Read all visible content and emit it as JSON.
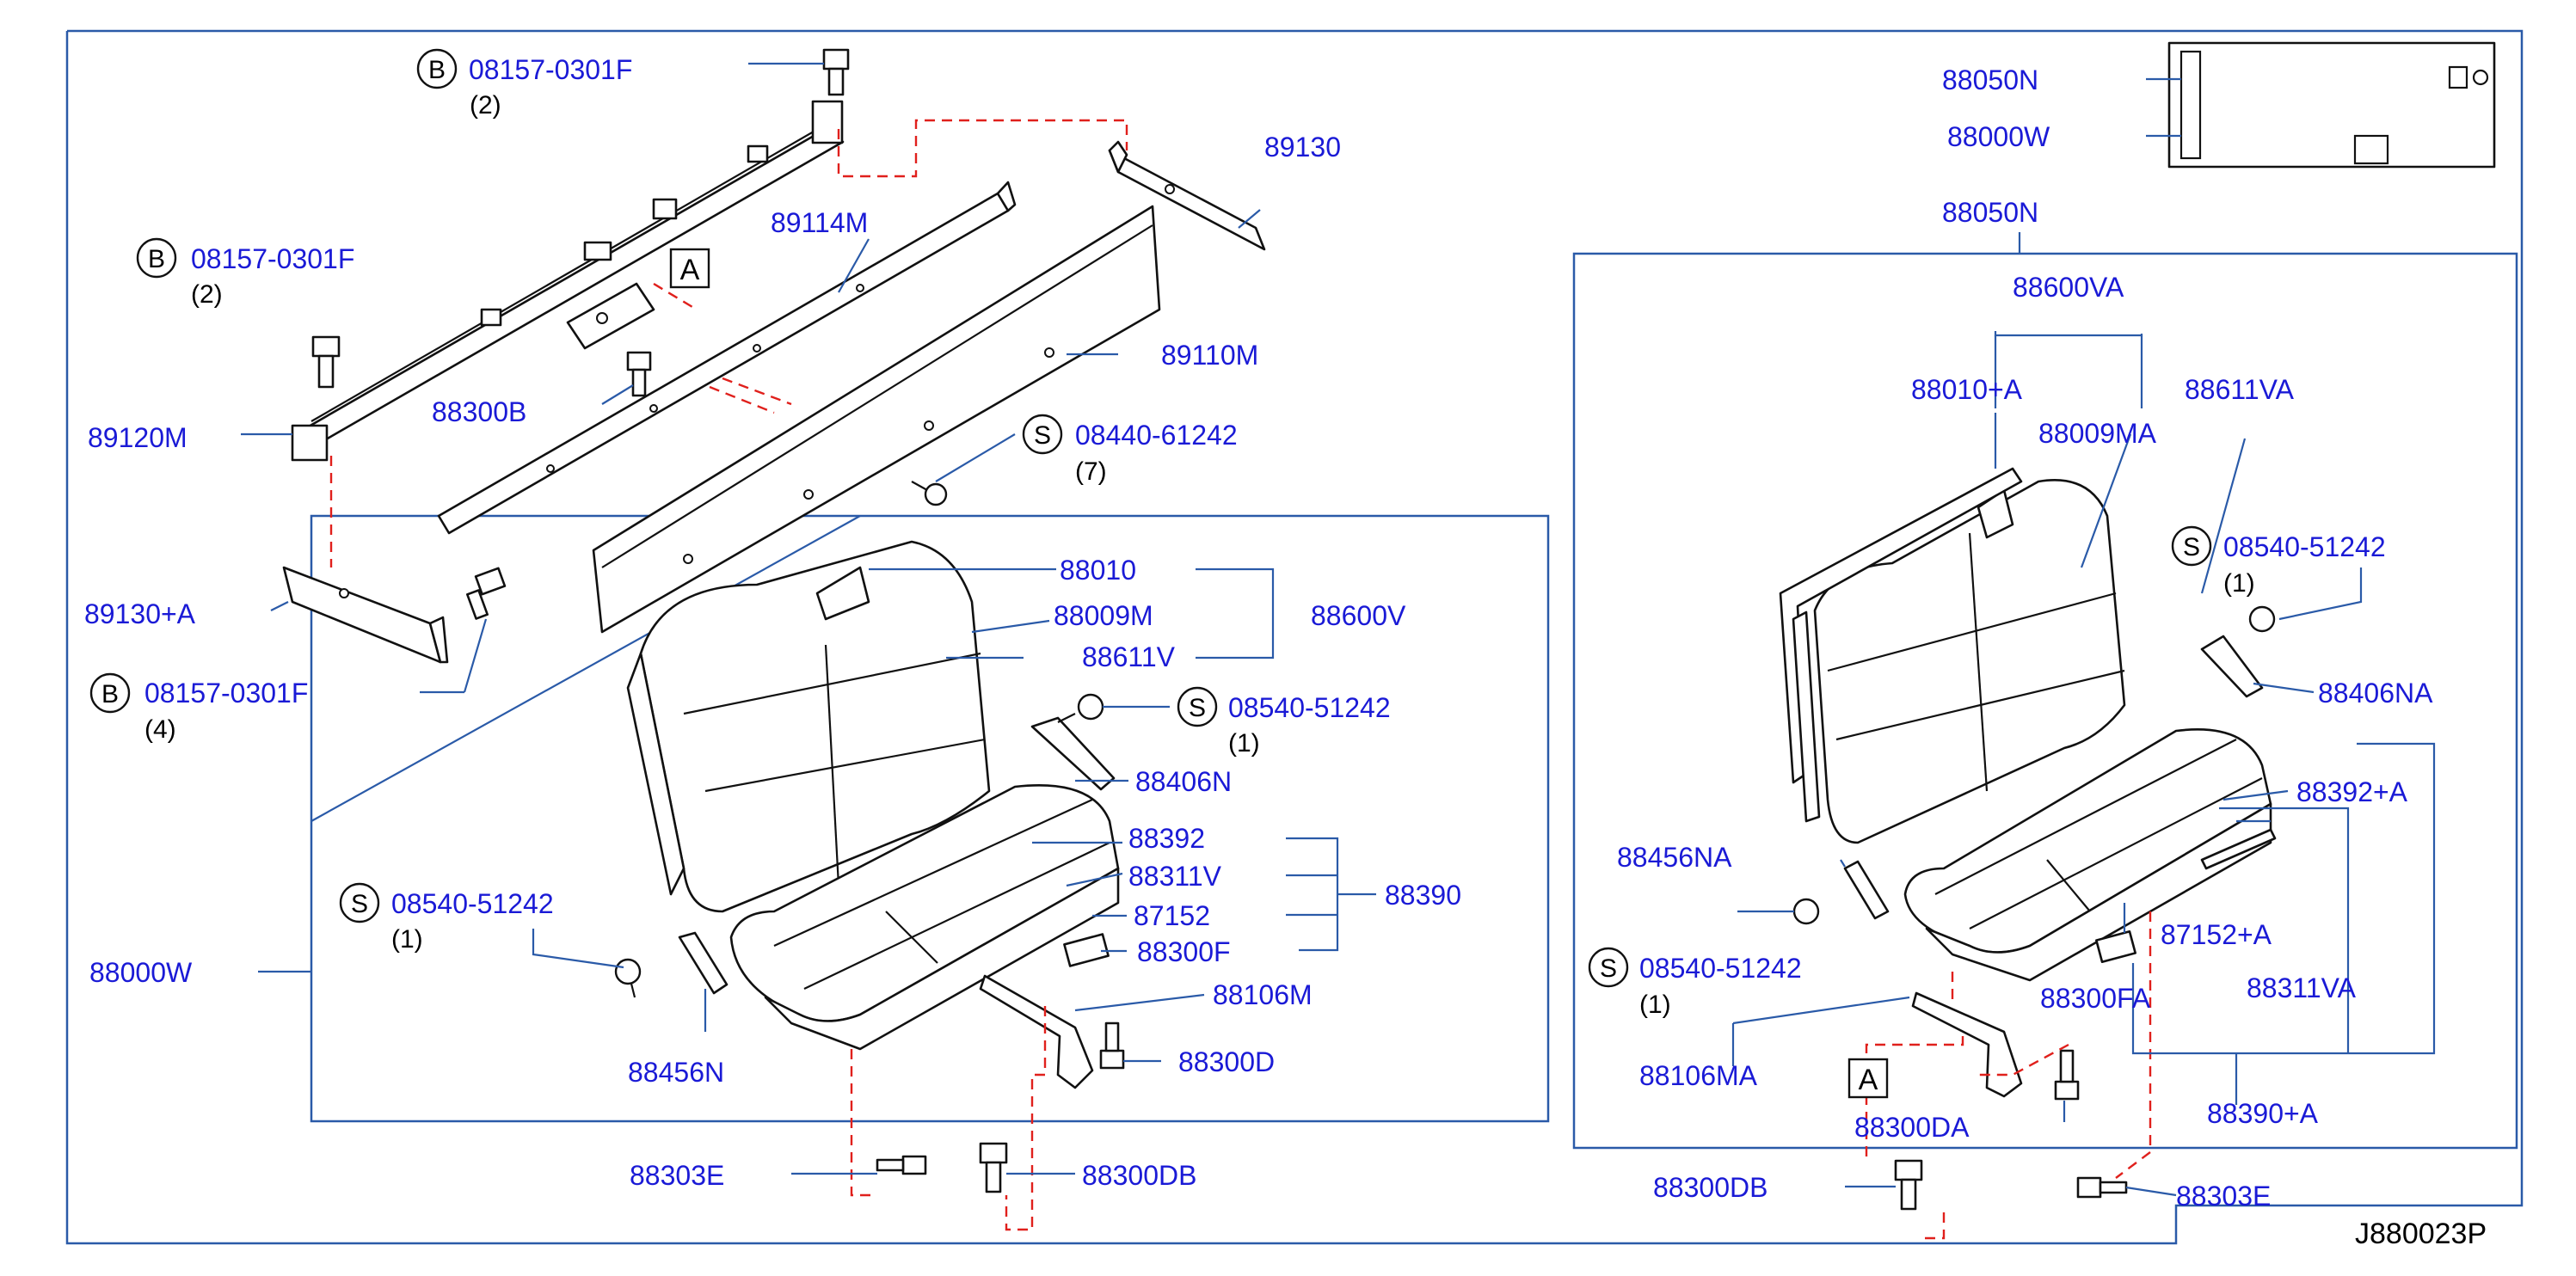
{
  "figure_code": "J880023P",
  "labels": {
    "bolt_b_top": "08157-0301F",
    "bolt_b_top_qty": "(2)",
    "bolt_b_left": "08157-0301F",
    "bolt_b_left_qty": "(2)",
    "bolt_b_bottom": "08157-0301F",
    "bolt_b_bottom_qty": "(4)",
    "screw_s_top": "08440-61242",
    "screw_s_top_qty": "(7)",
    "p89130": "89130",
    "p89114m": "89114M",
    "p89110m": "89110M",
    "p89120m": "89120M",
    "p88300b": "88300B",
    "p89130a": "89130+A",
    "p88010": "88010",
    "p88009m": "88009M",
    "p88611v": "88611V",
    "p88600v": "88600V",
    "screw_s_mid": "08540-51242",
    "screw_s_mid_qty": "(1)",
    "p88406n": "88406N",
    "p88392": "88392",
    "p88311v": "88311V",
    "p87152": "87152",
    "p88300f": "88300F",
    "p88390": "88390",
    "p88106m": "88106M",
    "p88300d": "88300D",
    "screw_s_left": "08540-51242",
    "screw_s_left_qty": "(1)",
    "p88000w_left": "88000W",
    "p88456n": "88456N",
    "p88303e_left": "88303E",
    "p88300db_left": "88300DB",
    "p88050n_top": "88050N",
    "p88000w_top": "88000W",
    "p88050n": "88050N",
    "p88600va": "88600VA",
    "p88010a": "88010+A",
    "p88009ma": "88009MA",
    "p88611va": "88611VA",
    "screw_s_right": "08540-51242",
    "screw_s_right_qty": "(1)",
    "p88406na": "88406NA",
    "p88392a": "88392+A",
    "p88456na": "88456NA",
    "p87152a": "87152+A",
    "screw_s_right2": "08540-51242",
    "screw_s_right2_qty": "(1)",
    "p88300fa": "88300FA",
    "p88311va": "88311VA",
    "p88106ma": "88106MA",
    "p88300da": "88300DA",
    "p88390a": "88390+A",
    "p88300db_right": "88300DB",
    "p88303e_right": "88303E"
  },
  "prefix": {
    "bolt": "B",
    "screw": "S"
  },
  "ref_box": "A",
  "colors": {
    "label": "#1a1ad6",
    "frame": "#2a5aa8",
    "dash": "#e0201c",
    "line": "#111111"
  }
}
